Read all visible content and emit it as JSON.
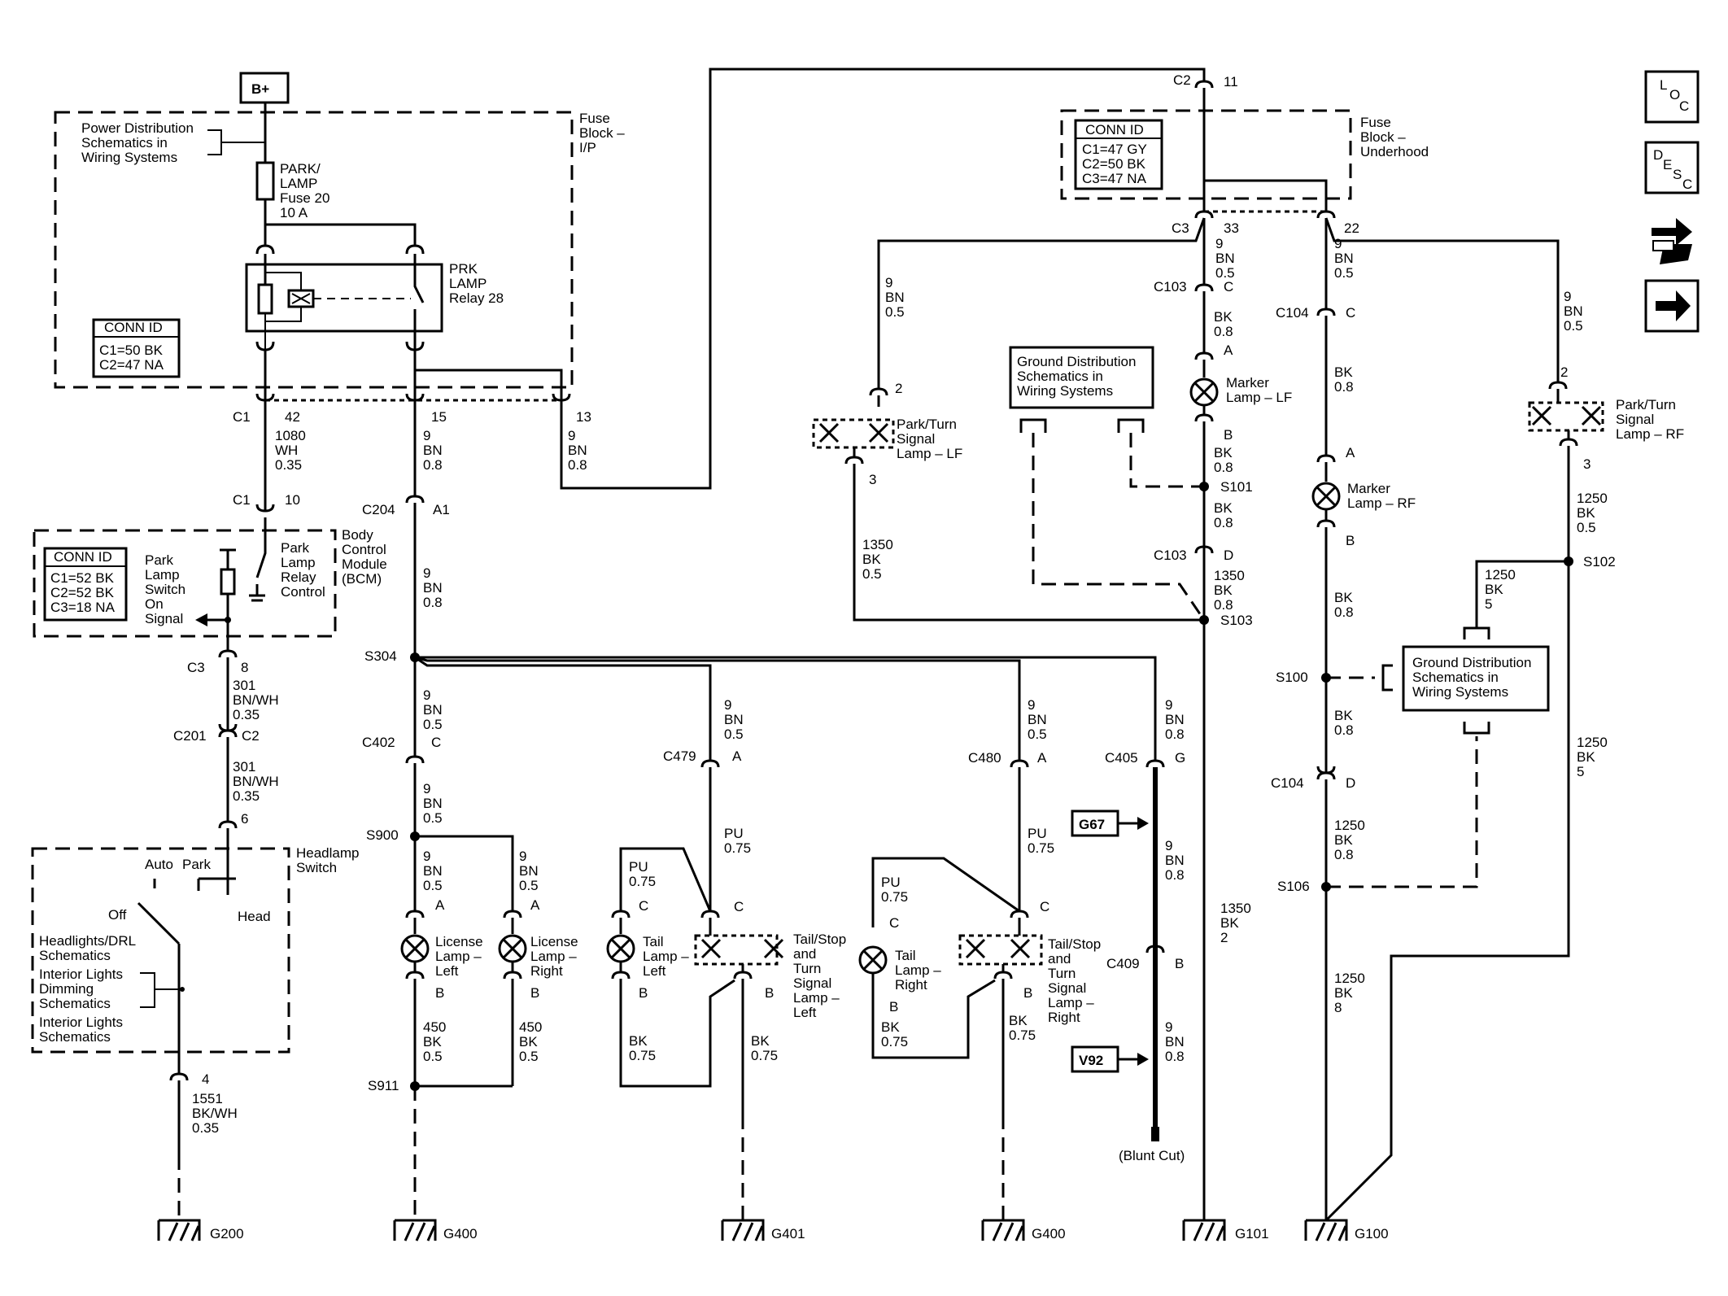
{
  "labels": {
    "b_plus": "B+",
    "power_dist": [
      "Power Distribution",
      "Schematics in",
      "Wiring Systems"
    ],
    "fuse_block_ip": [
      "Fuse",
      "Block –",
      "I/P"
    ],
    "park_lamp_fuse": [
      "PARK/",
      "LAMP",
      "Fuse 20",
      "10 A"
    ],
    "prk_relay": [
      "PRK",
      "LAMP",
      "Relay 28"
    ],
    "conn_ip": {
      "title": "CONN ID",
      "lines": [
        "C1=50 BK",
        "C2=47 NA"
      ]
    },
    "c1": "C1",
    "c1_42": "42",
    "c1_15": "15",
    "c1_13": "13",
    "w1080": [
      "1080",
      "WH",
      "0.35"
    ],
    "w9bn08a": [
      "9",
      "BN",
      "0.8"
    ],
    "w9bn08b": [
      "9",
      "BN",
      "0.8"
    ],
    "c1_bcm": "C1",
    "c1_10": "10",
    "c204": "C204",
    "a1": "A1",
    "w9bn08c": [
      "9",
      "BN",
      "0.8"
    ],
    "bcm": [
      "Body",
      "Control",
      "Module",
      "(BCM)"
    ],
    "conn_bcm": {
      "title": "CONN ID",
      "lines": [
        "C1=52 BK",
        "C2=52 BK",
        "C3=18 NA"
      ]
    },
    "park_switch": [
      "Park",
      "Lamp",
      "Switch",
      "On",
      "Signal"
    ],
    "park_relay_ctrl": [
      "Park",
      "Lamp",
      "Relay",
      "Control"
    ],
    "c3": "C3",
    "c3_8": "8",
    "w301a": [
      "301",
      "BN/WH",
      "0.35"
    ],
    "c201": "C201",
    "c2": "C2",
    "w301b": [
      "301",
      "BN/WH",
      "0.35"
    ],
    "pin6": "6",
    "headlamp_switch": [
      "Headlamp",
      "Switch"
    ],
    "auto": "Auto",
    "park": "Park",
    "off": "Off",
    "head": "Head",
    "hl_drl": [
      "Headlights/DRL",
      "Schematics"
    ],
    "int_dim": [
      "Interior Lights",
      "Dimming",
      "Schematics"
    ],
    "int_lights": [
      "Interior Lights",
      "Schematics"
    ],
    "pin4": "4",
    "w1551": [
      "1551",
      "BK/WH",
      "0.35"
    ],
    "g200": "G200",
    "g400a": "G400",
    "g401": "G401",
    "g400b": "G400",
    "g101": "G101",
    "g100": "G100",
    "s304": "S304",
    "w9bn05a": [
      "9",
      "BN",
      "0.5"
    ],
    "c402": "C402",
    "c402_c": "C",
    "w9bn05b": [
      "9",
      "BN",
      "0.5"
    ],
    "s900": "S900",
    "w9bn05c": [
      "9",
      "BN",
      "0.5"
    ],
    "w9bn05d": [
      "9",
      "BN",
      "0.5"
    ],
    "pin_a1": "A",
    "pin_a2": "A",
    "pin_b1": "B",
    "pin_b2": "B",
    "license_left": [
      "License",
      "Lamp –",
      "Left"
    ],
    "license_right": [
      "License",
      "Lamp –",
      "Right"
    ],
    "w450a": [
      "450",
      "BK",
      "0.5"
    ],
    "w450b": [
      "450",
      "BK",
      "0.5"
    ],
    "s911": "S911",
    "w9bn05e": [
      "9",
      "BN",
      "0.5"
    ],
    "c479": "C479",
    "c479_a": "A",
    "w_pu075a": [
      "PU",
      "0.75"
    ],
    "w_pu075b": [
      "PU",
      "0.75"
    ],
    "tail_left": [
      "Tail",
      "Lamp –",
      "Left"
    ],
    "tailstop_left": [
      "Tail/Stop",
      "and",
      "Turn",
      "Signal",
      "Lamp –",
      "Left"
    ],
    "pin_c1": "C",
    "pin_c2": "C",
    "pin_b3": "B",
    "pin_b4": "B",
    "w_bk075a": [
      "BK",
      "0.75"
    ],
    "w_bk075b": [
      "BK",
      "0.75"
    ],
    "w9bn05f": [
      "9",
      "BN",
      "0.5"
    ],
    "c480": "C480",
    "c480_a": "A",
    "w_pu075c": [
      "PU",
      "0.75"
    ],
    "w_pu075d": [
      "PU",
      "0.75"
    ],
    "tail_right": [
      "Tail",
      "Lamp –",
      "Right"
    ],
    "tailstop_right": [
      "Tail/Stop",
      "and",
      "Turn",
      "Signal",
      "Lamp –",
      "Right"
    ],
    "pin_c3": "C",
    "pin_c4": "C",
    "pin_b5": "B",
    "pin_b6": "B",
    "w_bk075c": [
      "BK",
      "0.75"
    ],
    "w_bk075d": [
      "BK",
      "0.75"
    ],
    "w9bn08d": [
      "9",
      "BN",
      "0.8"
    ],
    "c405": "C405",
    "c405_g": "G",
    "g67": "G67",
    "w9bn08e": [
      "9",
      "BN",
      "0.8"
    ],
    "c409": "C409",
    "c409_b": "B",
    "w9bn08f": [
      "9",
      "BN",
      "0.8"
    ],
    "v92": "V92",
    "blunt": "(Blunt Cut)",
    "c2_top": "C2",
    "pin11": "11",
    "conn_uh": {
      "title": "CONN ID",
      "lines": [
        "C1=47 GY",
        "C2=50 BK",
        "C3=47 NA"
      ]
    },
    "fuse_block_uh": [
      "Fuse",
      "Block –",
      "Underhood"
    ],
    "c3_uh": "C3",
    "pin33": "33",
    "pin22": "22",
    "w9bn05g": [
      "9",
      "BN",
      "0.5"
    ],
    "w9bn05h": [
      "9",
      "BN",
      "0.5"
    ],
    "w9bn05i": [
      "9",
      "BN",
      "0.5"
    ],
    "w9bn05j": [
      "9",
      "BN",
      "0.5"
    ],
    "c103a": "C103",
    "c103_c": "C",
    "wbk08a": [
      "BK",
      "0.8"
    ],
    "pin_a3": "A",
    "marker_lf": [
      "Marker",
      "Lamp – LF"
    ],
    "pin_b7": "B",
    "wbk08b": [
      "BK",
      "0.8"
    ],
    "s101": "S101",
    "wbk08c": [
      "BK",
      "0.8"
    ],
    "c103b": "C103",
    "c103_d": "D",
    "w1350a": [
      "1350",
      "BK",
      "0.8"
    ],
    "s103": "S103",
    "w1350b": [
      "1350",
      "BK",
      "2"
    ],
    "ground_dist1": [
      "Ground Distribution",
      "Schematics in",
      "Wiring Systems"
    ],
    "pin2a": "2",
    "pin3a": "3",
    "parkturn_lf": [
      "Park/Turn",
      "Signal",
      "Lamp – LF"
    ],
    "w1350c": [
      "1350",
      "BK",
      "0.5"
    ],
    "c104a": "C104",
    "c104_c": "C",
    "wbk08d": [
      "BK",
      "0.8"
    ],
    "pin_a4": "A",
    "marker_rf": [
      "Marker",
      "Lamp – RF"
    ],
    "pin_b8": "B",
    "wbk08e": [
      "BK",
      "0.8"
    ],
    "s100": "S100",
    "wbk08f": [
      "BK",
      "0.8"
    ],
    "c104b": "C104",
    "c104_d": "D",
    "w1250a": [
      "1250",
      "BK",
      "0.8"
    ],
    "s106": "S106",
    "w1250b": [
      "1250",
      "BK",
      "8"
    ],
    "pin2b": "2",
    "pin3b": "3",
    "parkturn_rf": [
      "Park/Turn",
      "Signal",
      "Lamp – RF"
    ],
    "w1250c": [
      "1250",
      "BK",
      "0.5"
    ],
    "s102": "S102",
    "w1250d": [
      "1250",
      "BK",
      "5"
    ],
    "w1250e": [
      "1250",
      "BK",
      "5"
    ],
    "ground_dist2": [
      "Ground Distribution",
      "Schematics in",
      "Wiring Systems"
    ],
    "icon_loc": [
      "L",
      "O",
      "C"
    ],
    "icon_desc": [
      "D",
      "E",
      "S",
      "C"
    ]
  }
}
